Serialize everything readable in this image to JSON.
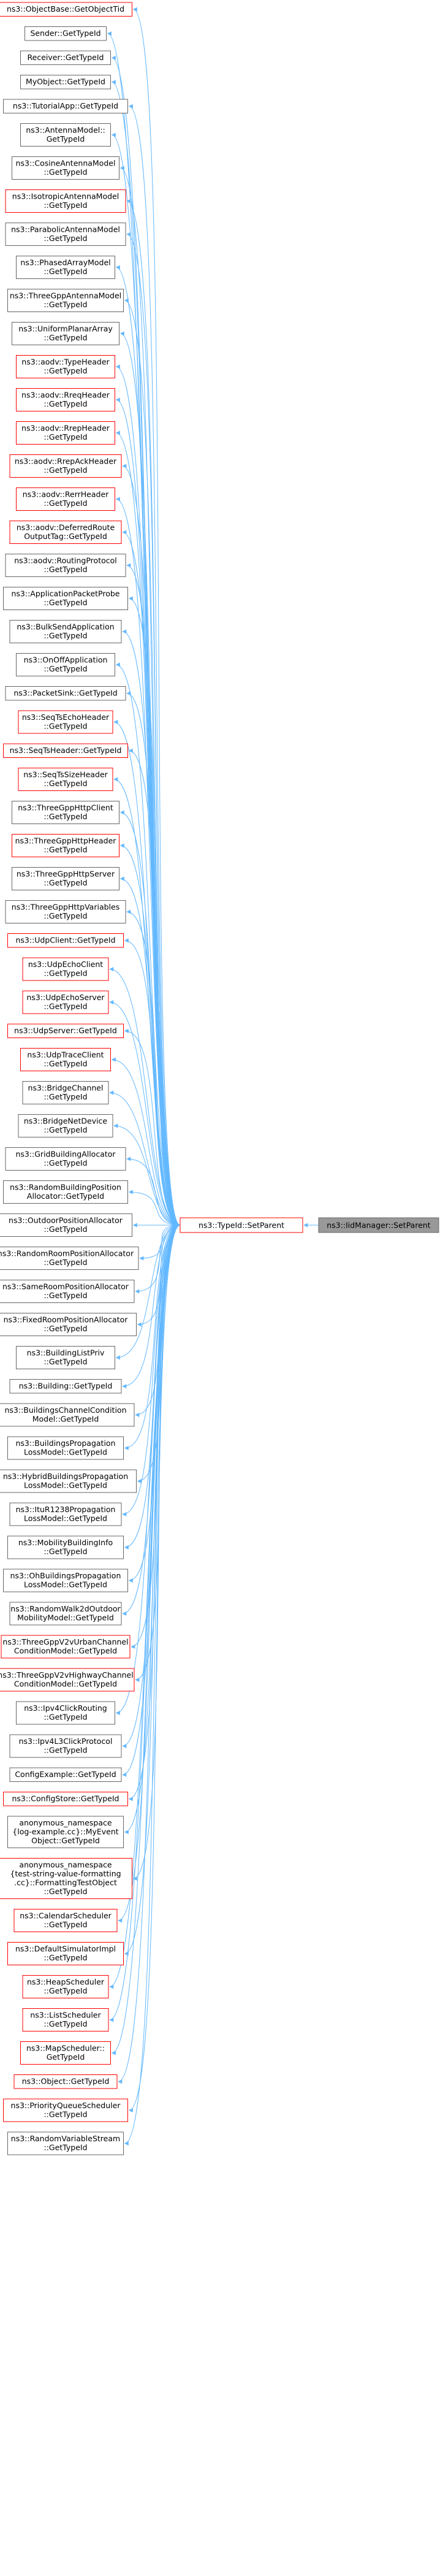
{
  "root": {
    "label": "ns3::IidManager::SetParent",
    "fill": "#999999",
    "border": "#666666"
  },
  "hub": {
    "label": "ns3::TypeId::SetParent",
    "fill": "#ffffff",
    "border": "#ff0000"
  },
  "edge_color": "#63b8ff",
  "callers": [
    {
      "lines": [
        "ns3::ObjectBase::GetObjectTid"
      ],
      "red": true
    },
    {
      "lines": [
        "Sender::GetTypeId"
      ],
      "red": false
    },
    {
      "lines": [
        "Receiver::GetTypeId"
      ],
      "red": false
    },
    {
      "lines": [
        "MyObject::GetTypeId"
      ],
      "red": false
    },
    {
      "lines": [
        "ns3::TutorialApp::GetTypeId"
      ],
      "red": false
    },
    {
      "lines": [
        "ns3::AntennaModel::",
        "GetTypeId"
      ],
      "red": false
    },
    {
      "lines": [
        "ns3::CosineAntennaModel",
        "::GetTypeId"
      ],
      "red": false
    },
    {
      "lines": [
        "ns3::IsotropicAntennaModel",
        "::GetTypeId"
      ],
      "red": true
    },
    {
      "lines": [
        "ns3::ParabolicAntennaModel",
        "::GetTypeId"
      ],
      "red": false
    },
    {
      "lines": [
        "ns3::PhasedArrayModel",
        "::GetTypeId"
      ],
      "red": false
    },
    {
      "lines": [
        "ns3::ThreeGppAntennaModel",
        "::GetTypeId"
      ],
      "red": false
    },
    {
      "lines": [
        "ns3::UniformPlanarArray",
        "::GetTypeId"
      ],
      "red": false
    },
    {
      "lines": [
        "ns3::aodv::TypeHeader",
        "::GetTypeId"
      ],
      "red": true
    },
    {
      "lines": [
        "ns3::aodv::RreqHeader",
        "::GetTypeId"
      ],
      "red": true
    },
    {
      "lines": [
        "ns3::aodv::RrepHeader",
        "::GetTypeId"
      ],
      "red": true
    },
    {
      "lines": [
        "ns3::aodv::RrepAckHeader",
        "::GetTypeId"
      ],
      "red": true
    },
    {
      "lines": [
        "ns3::aodv::RerrHeader",
        "::GetTypeId"
      ],
      "red": true
    },
    {
      "lines": [
        "ns3::aodv::DeferredRoute",
        "OutputTag::GetTypeId"
      ],
      "red": true
    },
    {
      "lines": [
        "ns3::aodv::RoutingProtocol",
        "::GetTypeId"
      ],
      "red": false
    },
    {
      "lines": [
        "ns3::ApplicationPacketProbe",
        "::GetTypeId"
      ],
      "red": false
    },
    {
      "lines": [
        "ns3::BulkSendApplication",
        "::GetTypeId"
      ],
      "red": false
    },
    {
      "lines": [
        "ns3::OnOffApplication",
        "::GetTypeId"
      ],
      "red": false
    },
    {
      "lines": [
        "ns3::PacketSink::GetTypeId"
      ],
      "red": false
    },
    {
      "lines": [
        "ns3::SeqTsEchoHeader",
        "::GetTypeId"
      ],
      "red": true
    },
    {
      "lines": [
        "ns3::SeqTsHeader::GetTypeId"
      ],
      "red": true
    },
    {
      "lines": [
        "ns3::SeqTsSizeHeader",
        "::GetTypeId"
      ],
      "red": true
    },
    {
      "lines": [
        "ns3::ThreeGppHttpClient",
        "::GetTypeId"
      ],
      "red": false
    },
    {
      "lines": [
        "ns3::ThreeGppHttpHeader",
        "::GetTypeId"
      ],
      "red": true
    },
    {
      "lines": [
        "ns3::ThreeGppHttpServer",
        "::GetTypeId"
      ],
      "red": false
    },
    {
      "lines": [
        "ns3::ThreeGppHttpVariables",
        "::GetTypeId"
      ],
      "red": false
    },
    {
      "lines": [
        "ns3::UdpClient::GetTypeId"
      ],
      "red": true
    },
    {
      "lines": [
        "ns3::UdpEchoClient",
        "::GetTypeId"
      ],
      "red": true
    },
    {
      "lines": [
        "ns3::UdpEchoServer",
        "::GetTypeId"
      ],
      "red": true
    },
    {
      "lines": [
        "ns3::UdpServer::GetTypeId"
      ],
      "red": true
    },
    {
      "lines": [
        "ns3::UdpTraceClient",
        "::GetTypeId"
      ],
      "red": true
    },
    {
      "lines": [
        "ns3::BridgeChannel",
        "::GetTypeId"
      ],
      "red": false
    },
    {
      "lines": [
        "ns3::BridgeNetDevice",
        "::GetTypeId"
      ],
      "red": false
    },
    {
      "lines": [
        "ns3::GridBuildingAllocator",
        "::GetTypeId"
      ],
      "red": false
    },
    {
      "lines": [
        "ns3::RandomBuildingPosition",
        "Allocator::GetTypeId"
      ],
      "red": false
    },
    {
      "lines": [
        "ns3::OutdoorPositionAllocator",
        "::GetTypeId"
      ],
      "red": false
    },
    {
      "lines": [
        "ns3::RandomRoomPositionAllocator",
        "::GetTypeId"
      ],
      "red": false
    },
    {
      "lines": [
        "ns3::SameRoomPositionAllocator",
        "::GetTypeId"
      ],
      "red": false
    },
    {
      "lines": [
        "ns3::FixedRoomPositionAllocator",
        "::GetTypeId"
      ],
      "red": false
    },
    {
      "lines": [
        "ns3::BuildingListPriv",
        "::GetTypeId"
      ],
      "red": false
    },
    {
      "lines": [
        "ns3::Building::GetTypeId"
      ],
      "red": false
    },
    {
      "lines": [
        "ns3::BuildingsChannelCondition",
        "Model::GetTypeId"
      ],
      "red": false
    },
    {
      "lines": [
        "ns3::BuildingsPropagation",
        "LossModel::GetTypeId"
      ],
      "red": false
    },
    {
      "lines": [
        "ns3::HybridBuildingsPropagation",
        "LossModel::GetTypeId"
      ],
      "red": false
    },
    {
      "lines": [
        "ns3::ItuR1238Propagation",
        "LossModel::GetTypeId"
      ],
      "red": false
    },
    {
      "lines": [
        "ns3::MobilityBuildingInfo",
        "::GetTypeId"
      ],
      "red": false
    },
    {
      "lines": [
        "ns3::OhBuildingsPropagation",
        "LossModel::GetTypeId"
      ],
      "red": false
    },
    {
      "lines": [
        "ns3::RandomWalk2dOutdoor",
        "MobilityModel::GetTypeId"
      ],
      "red": false
    },
    {
      "lines": [
        "ns3::ThreeGppV2vUrbanChannel",
        "ConditionModel::GetTypeId"
      ],
      "red": true
    },
    {
      "lines": [
        "ns3::ThreeGppV2vHighwayChannel",
        "ConditionModel::GetTypeId"
      ],
      "red": true
    },
    {
      "lines": [
        "ns3::Ipv4ClickRouting",
        "::GetTypeId"
      ],
      "red": false
    },
    {
      "lines": [
        "ns3::Ipv4L3ClickProtocol",
        "::GetTypeId"
      ],
      "red": false
    },
    {
      "lines": [
        "ConfigExample::GetTypeId"
      ],
      "red": false
    },
    {
      "lines": [
        "ns3::ConfigStore::GetTypeId"
      ],
      "red": true
    },
    {
      "lines": [
        "anonymous_namespace",
        "{log-example.cc}::MyEvent",
        "Object::GetTypeId"
      ],
      "red": false
    },
    {
      "lines": [
        "anonymous_namespace",
        "{test-string-value-formatting",
        ".cc}::FormattingTestObject",
        "::GetTypeId"
      ],
      "red": true
    },
    {
      "lines": [
        "ns3::CalendarScheduler",
        "::GetTypeId"
      ],
      "red": true
    },
    {
      "lines": [
        "ns3::DefaultSimulatorImpl",
        "::GetTypeId"
      ],
      "red": true
    },
    {
      "lines": [
        "ns3::HeapScheduler",
        "::GetTypeId"
      ],
      "red": true
    },
    {
      "lines": [
        "ns3::ListScheduler",
        "::GetTypeId"
      ],
      "red": true
    },
    {
      "lines": [
        "ns3::MapScheduler::",
        "GetTypeId"
      ],
      "red": true
    },
    {
      "lines": [
        "ns3::Object::GetTypeId"
      ],
      "red": true
    },
    {
      "lines": [
        "ns3::PriorityQueueScheduler",
        "::GetTypeId"
      ],
      "red": true
    },
    {
      "lines": [
        "ns3::RandomVariableStream",
        "::GetTypeId"
      ],
      "red": false
    }
  ]
}
